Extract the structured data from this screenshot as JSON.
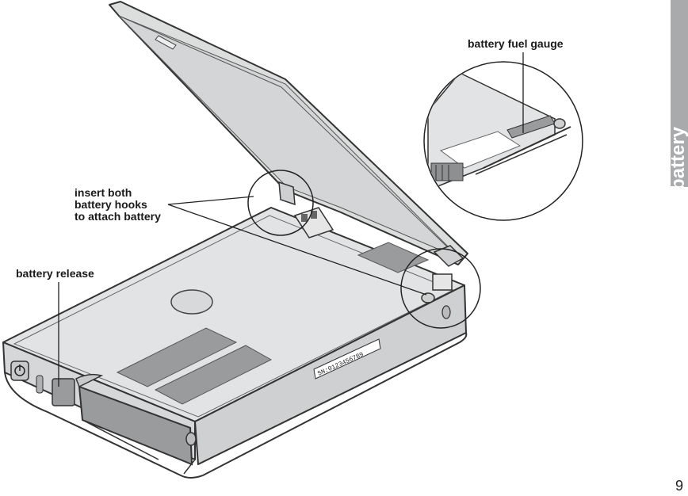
{
  "callouts": {
    "battery_fuel_gauge": "battery fuel gauge",
    "insert_hooks": [
      "insert both",
      "battery hooks",
      "to attach battery"
    ],
    "battery_release": "battery release"
  },
  "side_tab": {
    "label": "battery"
  },
  "page_number": "9",
  "barcode_text": "SN:0123456789",
  "colors": {
    "body_fill": "#e2e3e4",
    "lid_fill": "#dcdddd",
    "outline": "#333333",
    "tab_gray": "#a9aaab",
    "dark_panel": "#9a9b9c"
  }
}
